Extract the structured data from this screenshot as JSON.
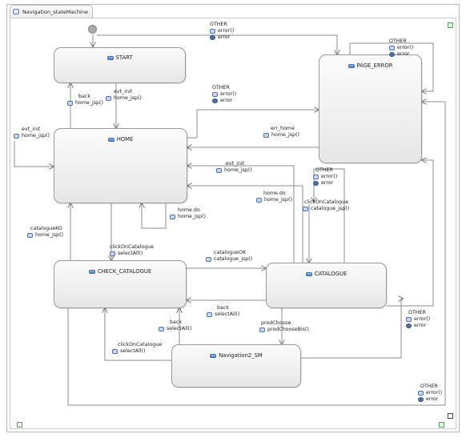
{
  "diagram": {
    "tab_title": "Navigation_stateMachine",
    "states": {
      "start": "START",
      "home": "HOME",
      "page_error": "PAGE_ERROR",
      "check_catalogue": "CHECK_CATALOGUE",
      "catalogue": "CATALOGUE",
      "nav2_sm": "Navigation2_SM"
    },
    "transitions": {
      "other_top": {
        "event": "OTHER",
        "actions": [
          "error()",
          "error"
        ]
      },
      "other_self_error": {
        "event": "OTHER",
        "actions": [
          "error()",
          "error"
        ]
      },
      "back_start": {
        "event": "back",
        "actions": [
          "home_jsp()"
        ]
      },
      "evt_init_start": {
        "event": "evt_init",
        "actions": [
          "home_jsp()"
        ]
      },
      "other_home": {
        "event": "OTHER",
        "actions": [
          "error()",
          "error"
        ]
      },
      "err_home": {
        "event": "err_home",
        "actions": [
          "home_jsp()"
        ]
      },
      "evt_init_left": {
        "event": "evt_init",
        "actions": [
          "home_jsp()"
        ]
      },
      "evt_init_cat": {
        "event": "evt_init",
        "actions": [
          "home_jsp()"
        ]
      },
      "other_catalogue": {
        "event": "OTHER",
        "actions": [
          "error()",
          "error"
        ]
      },
      "home_do_cat": {
        "event": "home.do",
        "actions": [
          "home_jsp()"
        ]
      },
      "click_catalogue_cat": {
        "event": "clickOnCatalogue",
        "actions": [
          "catalogue_jsp()"
        ]
      },
      "home_do_self": {
        "event": "home.do",
        "actions": [
          "home_jsp()"
        ]
      },
      "catalogue_ko": {
        "event": "catalogueKO",
        "actions": [
          "home_jsp()"
        ]
      },
      "click_catalogue_home": {
        "event": "clickOnCatalogue",
        "actions": [
          "selectAll()"
        ]
      },
      "catalogue_ok": {
        "event": "catalogueOK",
        "actions": [
          "catalogue_jsp()"
        ]
      },
      "back_catalogue": {
        "event": "back",
        "actions": [
          "selectAll()"
        ]
      },
      "back_nav2": {
        "event": "back",
        "actions": [
          "selectAll()"
        ]
      },
      "prod_choose": {
        "event": "prodChoose",
        "actions": [
          "prodChooseBis()"
        ]
      },
      "click_catalogue_nav2": {
        "event": "clickOnCatalogue",
        "actions": [
          "selectAll()"
        ]
      },
      "other_nav2": {
        "event": "OTHER",
        "actions": [
          "error()",
          "error"
        ]
      },
      "other_bottom": {
        "event": "OTHER",
        "actions": [
          "error()",
          "error"
        ]
      }
    }
  }
}
